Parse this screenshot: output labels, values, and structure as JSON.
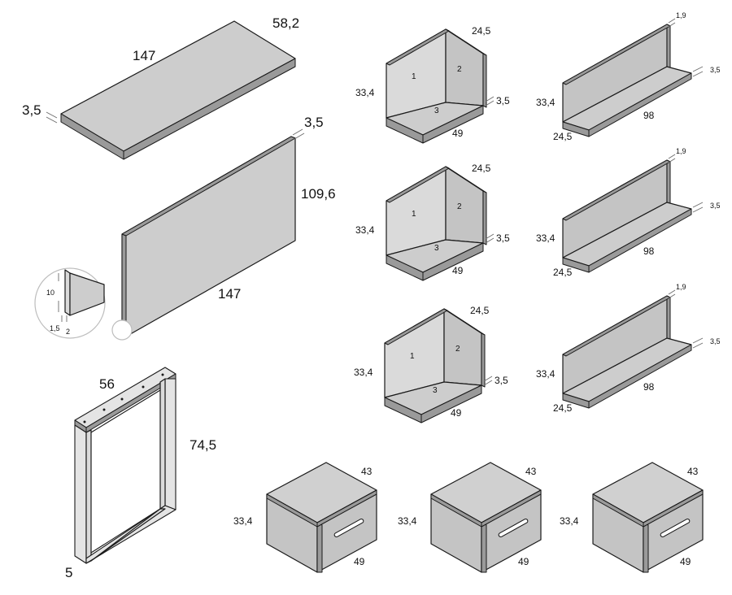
{
  "tabletop": {
    "length": "147",
    "depth": "58,2",
    "thickness": "3,5"
  },
  "back_panel": {
    "thickness": "3,5",
    "height": "109,6",
    "length": "147"
  },
  "detail": {
    "height": "10",
    "offset_a": "1,5",
    "offset_b": "2"
  },
  "leg_frame": {
    "width": "56",
    "height": "74,5",
    "thickness": "5"
  },
  "corner_units": [
    {
      "depth": "24,5",
      "height": "33,4",
      "thickness": "3,5",
      "width": "49",
      "panel_1": "1",
      "panel_2": "2",
      "panel_3": "3"
    },
    {
      "depth": "24,5",
      "height": "33,4",
      "thickness": "3,5",
      "width": "49",
      "panel_1": "1",
      "panel_2": "2",
      "panel_3": "3"
    },
    {
      "depth": "24,5",
      "height": "33,4",
      "thickness": "3,5",
      "width": "49",
      "panel_1": "1",
      "panel_2": "2",
      "panel_3": "3"
    }
  ],
  "shelves": [
    {
      "thickness": "1,9",
      "depth_right": "3,5",
      "height": "33,4",
      "length": "98",
      "depth": "24,5"
    },
    {
      "thickness": "1,9",
      "depth_right": "3,5",
      "height": "33,4",
      "length": "98",
      "depth": "24,5"
    },
    {
      "thickness": "1,9",
      "depth_right": "3,5",
      "height": "33,4",
      "length": "98",
      "depth": "24,5"
    }
  ],
  "drawers": [
    {
      "depth": "43",
      "height": "33,4",
      "width": "49"
    },
    {
      "depth": "43",
      "height": "33,4",
      "width": "49"
    },
    {
      "depth": "43",
      "height": "33,4",
      "width": "49"
    }
  ],
  "colors": {
    "panel": "#cdcdcd",
    "outline": "#1a1a1a",
    "frame": "#e4e4e4",
    "background": "#ffffff"
  }
}
